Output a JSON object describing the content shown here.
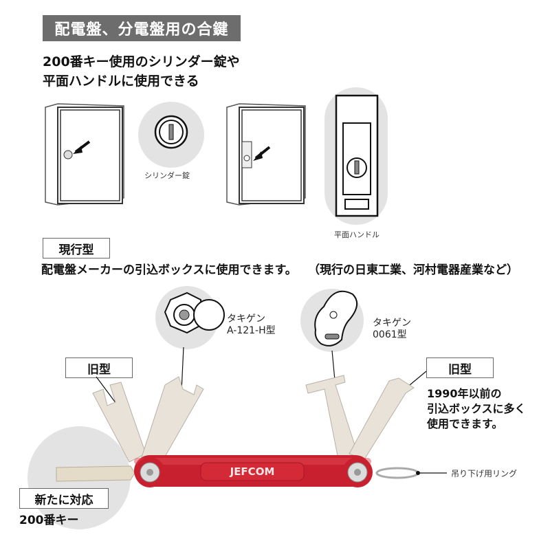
{
  "header": {
    "title": "配電盤、分電盤用の合鍵"
  },
  "intro": {
    "line1": "200番キー使用のシリンダー錠や",
    "line2": "平面ハンドルに使用できる"
  },
  "lock_types": {
    "cylinder_label": "シリンダー錠",
    "flat_handle_label": "平面ハンドル"
  },
  "current_type": {
    "badge": "現行型",
    "description": "配電盤メーカーの引込ボックスに使用できます。",
    "makers": "（現行の日東工業、河村電器産業など）"
  },
  "callouts": {
    "a121h": {
      "line1": "タキゲン",
      "line2": "A-121-H型"
    },
    "t0061": {
      "line1": "タキゲン",
      "line2": "0061型"
    }
  },
  "old_type_left": {
    "badge": "旧型"
  },
  "old_type_right": {
    "badge": "旧型",
    "line1": "1990年以前の",
    "line2": "引込ボックスに多く",
    "line3": "使用できます。"
  },
  "new_support": {
    "badge": "新たに対応",
    "caption": "200番キー"
  },
  "tool": {
    "brand": "JEFCOM",
    "ring_label": "吊り下げ用リング"
  },
  "colors": {
    "title_bg": "#6d6d6d",
    "body_red": "#c8202e",
    "blade": "#e8e2d8",
    "circle_bg": "#e3e3e3"
  }
}
